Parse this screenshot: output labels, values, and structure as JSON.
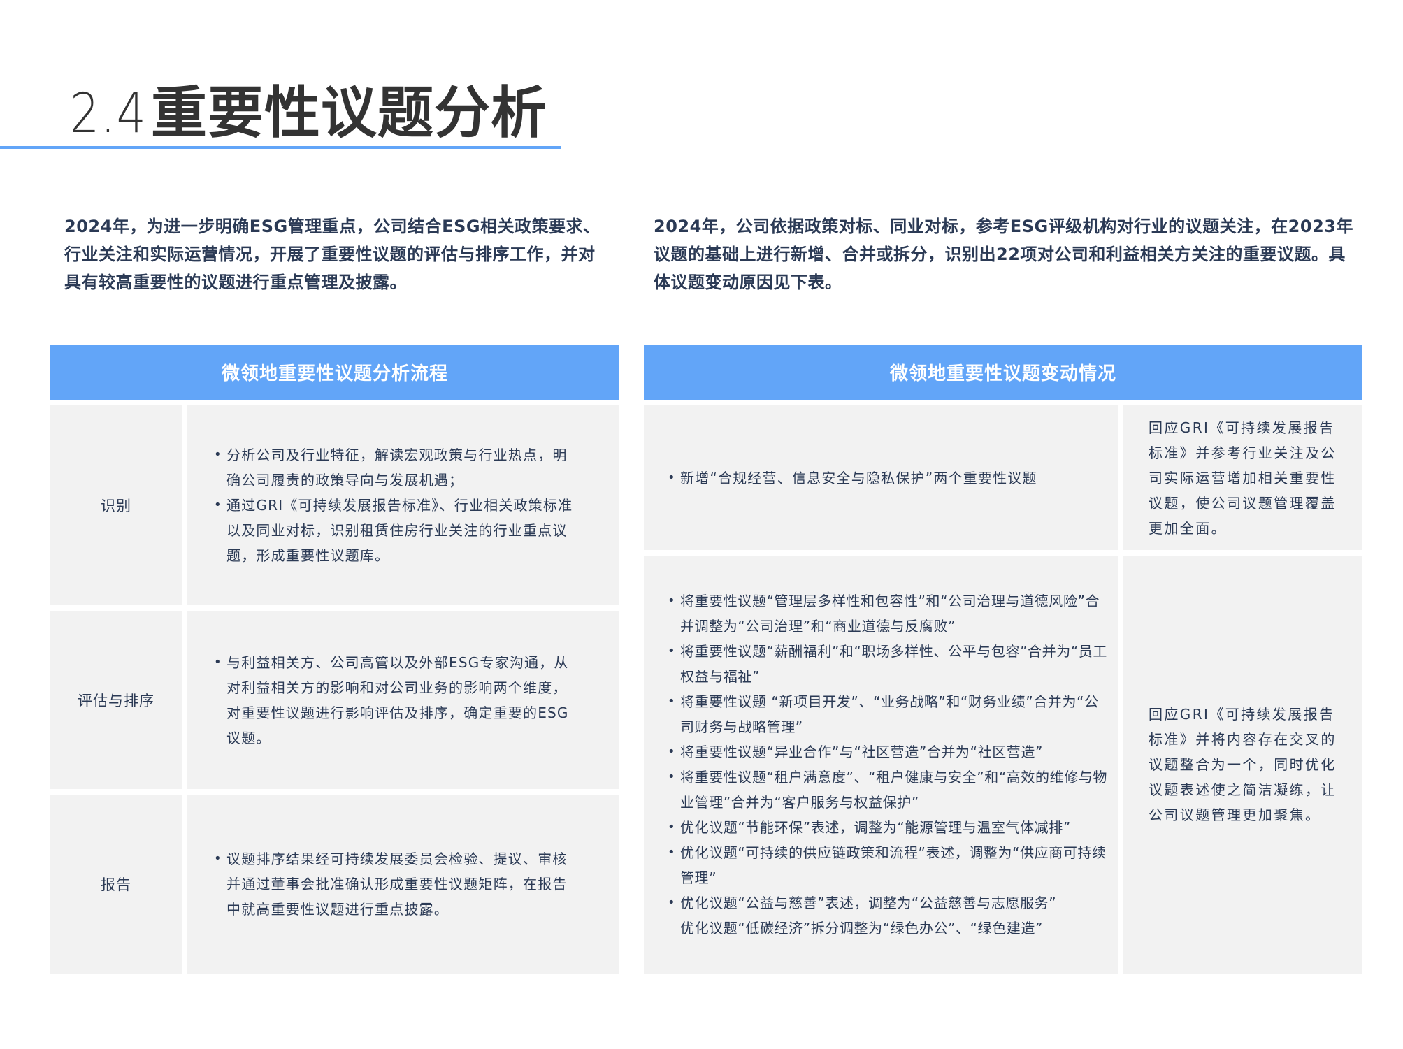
{
  "header": {
    "section_number": "2.4",
    "title": "重要性议题分析"
  },
  "intro": {
    "left": "2024年，为进一步明确ESG管理重点，公司结合ESG相关政策要求、行业关注和实际运营情况，开展了重要性议题的评估与排序工作，并对具有较高重要性的议题进行重点管理及披露。",
    "right": "2024年，公司依据政策对标、同业对标，参考ESG评级机构对行业的议题关注，在2023年议题的基础上进行新增、合并或拆分，识别出22项对公司和利益相关方关注的重要议题。具体议题变动原因见下表。"
  },
  "process_table": {
    "title": "微领地重要性议题分析流程",
    "rows": [
      {
        "label": "识别",
        "items": [
          "分析公司及行业特征，解读宏观政策与行业热点，明确公司履责的政策导向与发展机遇；",
          "通过GRI《可持续发展报告标准》、行业相关政策标准以及同业对标，识别租赁住房行业关注的行业重点议题，形成重要性议题库。"
        ]
      },
      {
        "label": "评估与排序",
        "items": [
          "与利益相关方、公司高管以及外部ESG专家沟通，从对利益相关方的影响和对公司业务的影响两个维度，对重要性议题进行影响评估及排序，确定重要的ESG议题。"
        ]
      },
      {
        "label": "报告",
        "items": [
          "议题排序结果经可持续发展委员会检验、提议、审核并通过董事会批准确认形成重要性议题矩阵，在报告中就高重要性议题进行重点披露。"
        ]
      }
    ]
  },
  "change_table": {
    "title": "微领地重要性议题变动情况",
    "rows": [
      {
        "items": [
          "新增“合规经营、信息安全与隐私保护”两个重要性议题"
        ],
        "reason": "回应GRI《可持续发展报告标准》并参考行业关注及公司实际运营增加相关重要性议题，使公司议题管理覆盖更加全面。"
      },
      {
        "items": [
          "将重要性议题“管理层多样性和包容性”和“公司治理与道德风险”合并调整为“公司治理”和“商业道德与反腐败”",
          "将重要性议题“薪酬福利”和“职场多样性、公平与包容”合并为“员工权益与福祉”",
          "将重要性议题 “新项目开发”、“业务战略”和“财务业绩”合并为“公司财务与战略管理”",
          "将重要性议题“异业合作”与“社区营造”合并为“社区营造”",
          "将重要性议题“租户满意度”、“租户健康与安全”和“高效的维修与物业管理”合并为“客户服务与权益保护”",
          "优化议题“节能环保”表述，调整为“能源管理与温室气体减排”",
          "优化议题“可持续的供应链政策和流程”表述，调整为“供应商可持续管理”",
          "优化议题“公益与慈善”表述，调整为“公益慈善与志愿服务”",
          "优化议题“低碳经济”拆分调整为“绿色办公”、“绿色建造”"
        ],
        "reason": "回应GRI《可持续发展报告标准》并将内容存在交叉的议题整合为一个，同时优化议题表述使之简洁凝练，让公司议题管理更加聚焦。"
      }
    ]
  },
  "colors": {
    "accent": "#62a5f8",
    "cell_bg": "#f2f2f2",
    "text": "#2b3a55",
    "title": "#333333"
  }
}
